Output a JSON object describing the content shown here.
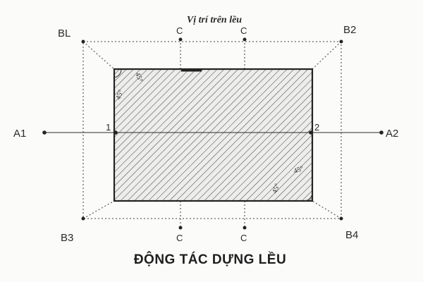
{
  "diagram": {
    "heading": "Vị trí trên lều",
    "caption": "ĐỘNG TÁC DỰNG LỀU",
    "corner_labels": {
      "top_left": "BL",
      "top_right": "B2",
      "bottom_left": "B3",
      "bottom_right": "B4"
    },
    "axis_labels": {
      "left": "A1",
      "right": "A2"
    },
    "pole_labels": {
      "left": "1",
      "right": "2"
    },
    "side_label": "C",
    "angle_labels": {
      "top_left_a": "45°",
      "top_left_b": "45°",
      "bottom_right_a": "45°",
      "bottom_right_b": "45°"
    }
  }
}
